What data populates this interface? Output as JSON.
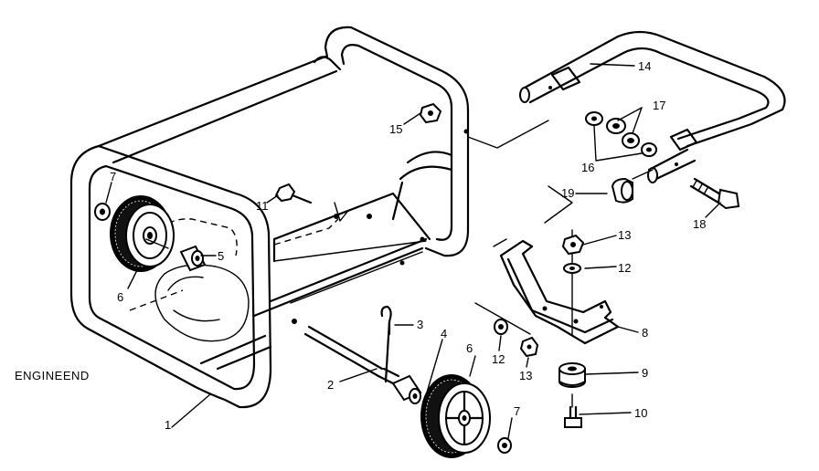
{
  "caption": "ENGINEEND",
  "parts": [
    {
      "id": "p1",
      "number": "1"
    },
    {
      "id": "p2",
      "number": "2"
    },
    {
      "id": "p3",
      "number": "3"
    },
    {
      "id": "p4",
      "number": "4"
    },
    {
      "id": "p5",
      "number": "5"
    },
    {
      "id": "p6a",
      "number": "6"
    },
    {
      "id": "p6b",
      "number": "6"
    },
    {
      "id": "p7a",
      "number": "7"
    },
    {
      "id": "p7b",
      "number": "7"
    },
    {
      "id": "p8",
      "number": "8"
    },
    {
      "id": "p9",
      "number": "9"
    },
    {
      "id": "p10",
      "number": "10"
    },
    {
      "id": "p11",
      "number": "11"
    },
    {
      "id": "p12a",
      "number": "12"
    },
    {
      "id": "p12b",
      "number": "12"
    },
    {
      "id": "p13a",
      "number": "13"
    },
    {
      "id": "p13b",
      "number": "13"
    },
    {
      "id": "p14",
      "number": "14"
    },
    {
      "id": "p15",
      "number": "15"
    },
    {
      "id": "p16",
      "number": "16"
    },
    {
      "id": "p17",
      "number": "17"
    },
    {
      "id": "p18",
      "number": "18"
    },
    {
      "id": "p19",
      "number": "19"
    }
  ]
}
